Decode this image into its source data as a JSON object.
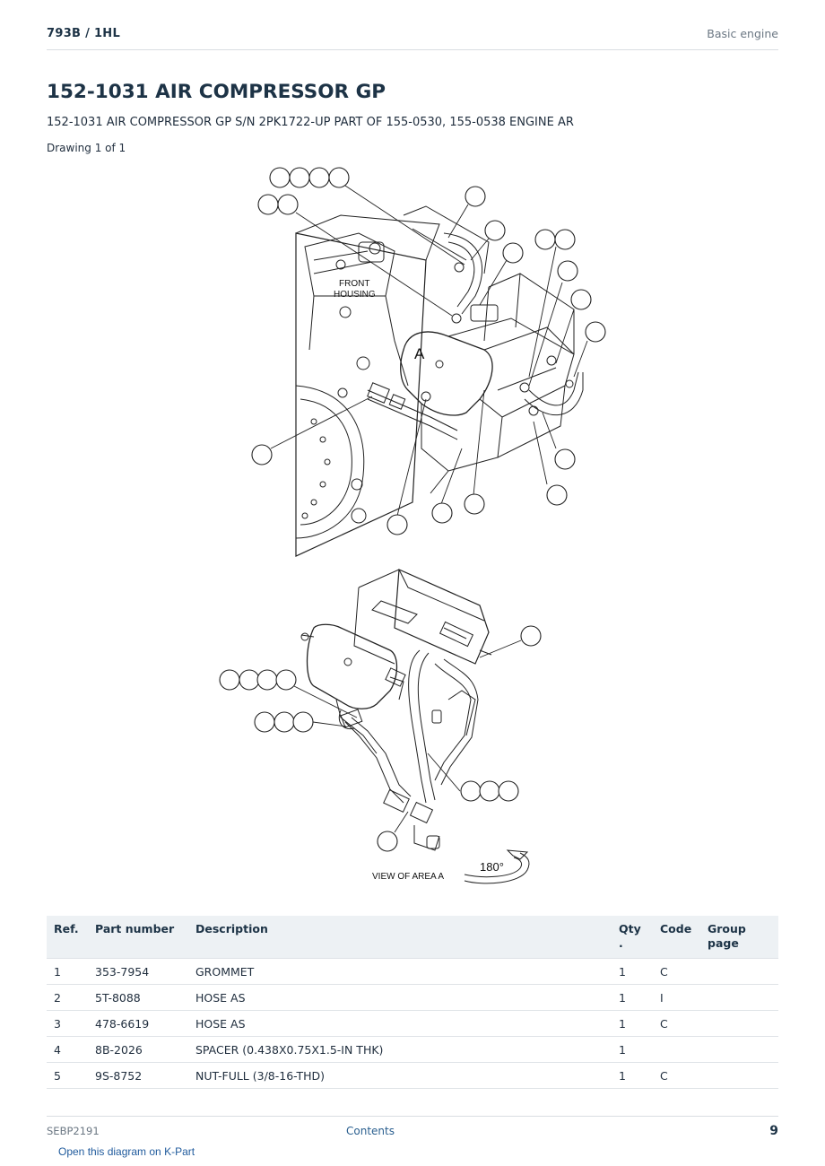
{
  "header": {
    "model": "793B  /  1HL",
    "section": "Basic engine"
  },
  "title": "152-1031 AIR COMPRESSOR GP",
  "subtitle": "152-1031 AIR COMPRESSOR GP S/N 2PK1722-UP PART OF 155-0530, 155-0538 ENGINE AR",
  "drawing_label": "Drawing 1 of 1",
  "diagram": {
    "front_housing_line1": "FRONT",
    "front_housing_line2": "HOUSING",
    "area_label": "A",
    "view_label": "VIEW OF AREA  A",
    "rotation_label": "180°"
  },
  "table": {
    "headers": {
      "ref": "Ref.",
      "part": "Part number",
      "desc": "Description",
      "qty": "Qty\n.",
      "code": "Code",
      "group": "Group page"
    },
    "rows": [
      {
        "ref": "1",
        "part": "353-7954",
        "desc": "GROMMET",
        "qty": "1",
        "code": "C",
        "group": ""
      },
      {
        "ref": "2",
        "part": "5T-8088",
        "desc": "HOSE AS",
        "qty": "1",
        "code": "I",
        "group": ""
      },
      {
        "ref": "3",
        "part": "478-6619",
        "desc": "HOSE AS",
        "qty": "1",
        "code": "C",
        "group": ""
      },
      {
        "ref": "4",
        "part": "8B-2026",
        "desc": "SPACER (0.438X0.75X1.5-IN THK)",
        "qty": "1",
        "code": "",
        "group": ""
      },
      {
        "ref": "5",
        "part": "9S-8752",
        "desc": "NUT-FULL (3/8-16-THD)",
        "qty": "1",
        "code": "C",
        "group": ""
      }
    ]
  },
  "footer": {
    "doc_id": "SEBP2191",
    "contents_link": "Contents",
    "page_number": "9"
  },
  "kpart_link": "Open this diagram on K-Part"
}
